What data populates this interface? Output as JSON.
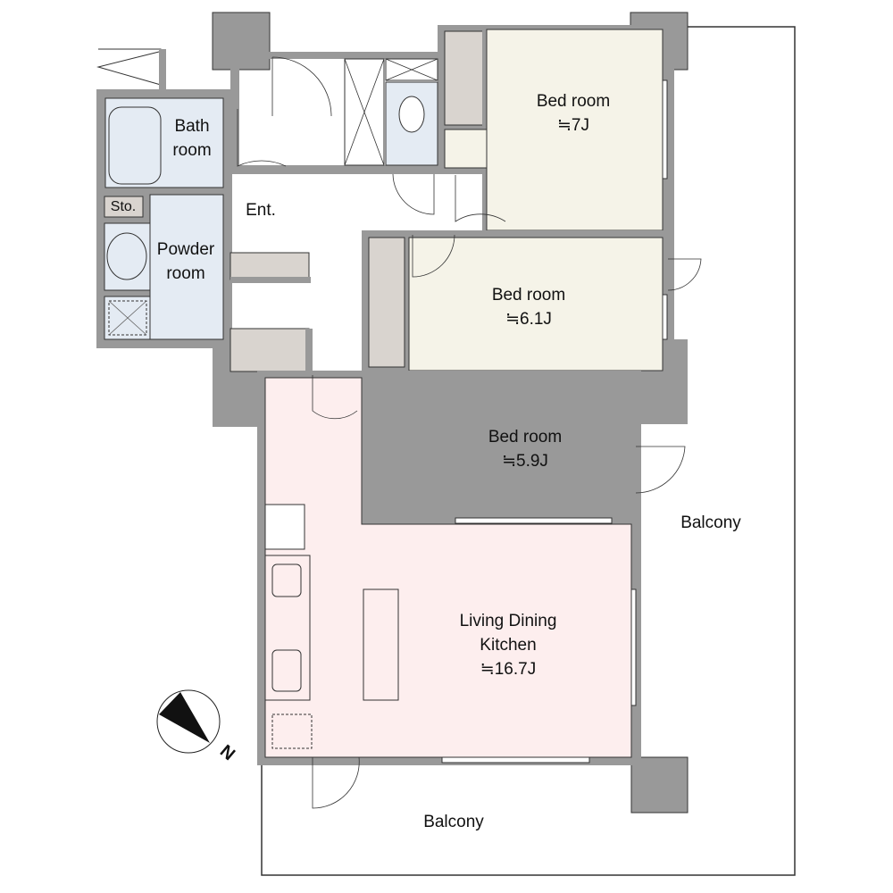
{
  "rooms": {
    "bath": {
      "line1": "Bath",
      "line2": "room"
    },
    "storage": {
      "label": "Sto."
    },
    "powder": {
      "line1": "Powder",
      "line2": "room"
    },
    "entrance": {
      "label": "Ent."
    },
    "bedroom1": {
      "name": "Bed room",
      "size": "≒7J"
    },
    "bedroom2": {
      "name": "Bed room",
      "size": "≒6.1J"
    },
    "bedroom3": {
      "name": "Bed room",
      "size": "≒5.9J"
    },
    "ldk": {
      "line1": "Living Dining",
      "line2": "Kitchen",
      "size": "≒16.7J"
    },
    "balcony_east": {
      "label": "Balcony"
    },
    "balcony_south": {
      "label": "Balcony"
    }
  },
  "compass": {
    "label": "N"
  },
  "colors": {
    "wall": "#999999",
    "wet": "#e4ebf3",
    "bedroom": "#f5f3e8",
    "ldk": "#fdeeee",
    "storage": "#d9d4cf"
  }
}
